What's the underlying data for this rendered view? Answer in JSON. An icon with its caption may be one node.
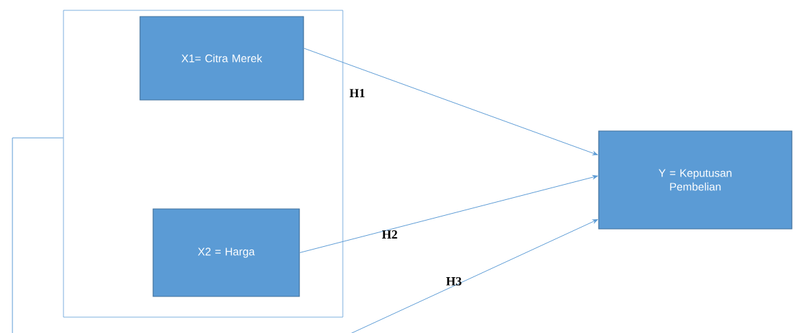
{
  "diagram": {
    "nodes": [
      {
        "text": [],
        "shape": "box"
      },
      {
        "text": [
          "X1= Citra Merek"
        ],
        "in": 0
      },
      {
        "text": [
          "X2 = Harga"
        ],
        "in": 0
      },
      {
        "text": [
          "Y = Keputusan Pembelian"
        ]
      }
    ],
    "edges": [
      {
        "from": 1,
        "to": 3,
        "arrow": "to",
        "label": "H1"
      },
      {
        "from": 2,
        "to": 3,
        "arrow": "to",
        "label": "H2"
      },
      {
        "from": 0,
        "to": 3,
        "arrow": "to",
        "label": "H3"
      }
    ]
  }
}
